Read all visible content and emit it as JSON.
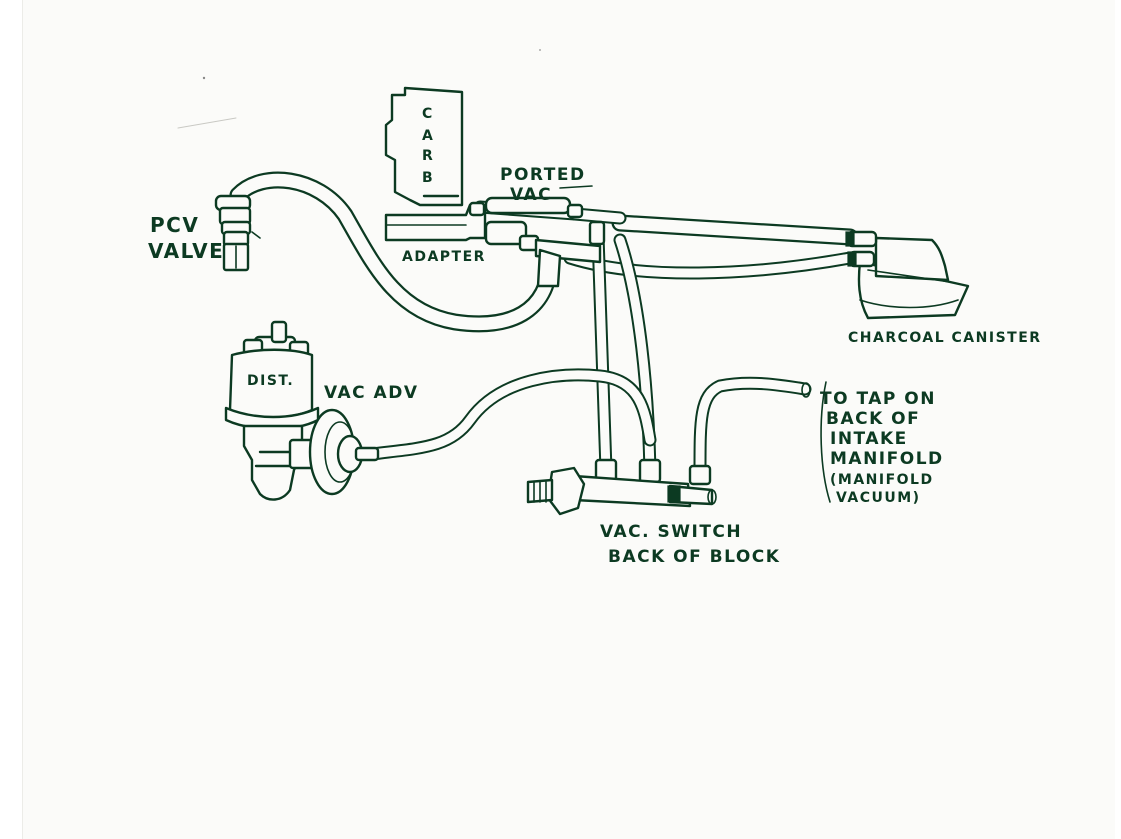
{
  "diagram": {
    "labels": {
      "carb": [
        "C",
        "A",
        "R",
        "B"
      ],
      "ported_vac": [
        "PORTED",
        "VAC"
      ],
      "adapter": "ADAPTER",
      "pcv_valve": [
        "PCV",
        "VALVE"
      ],
      "charcoal_canister": "CHARCOAL CANISTER",
      "dist": "DIST.",
      "vac_adv": "VAC ADV",
      "vac_switch": [
        "VAC. SWITCH",
        "BACK OF BLOCK"
      ],
      "intake_tap": [
        "TO TAP ON",
        "BACK OF",
        "INTAKE",
        "MANIFOLD",
        "(MANIFOLD",
        "VACUUM)"
      ]
    },
    "ink_color": "#0c3a22",
    "paper_color": "#fbfbf9"
  }
}
